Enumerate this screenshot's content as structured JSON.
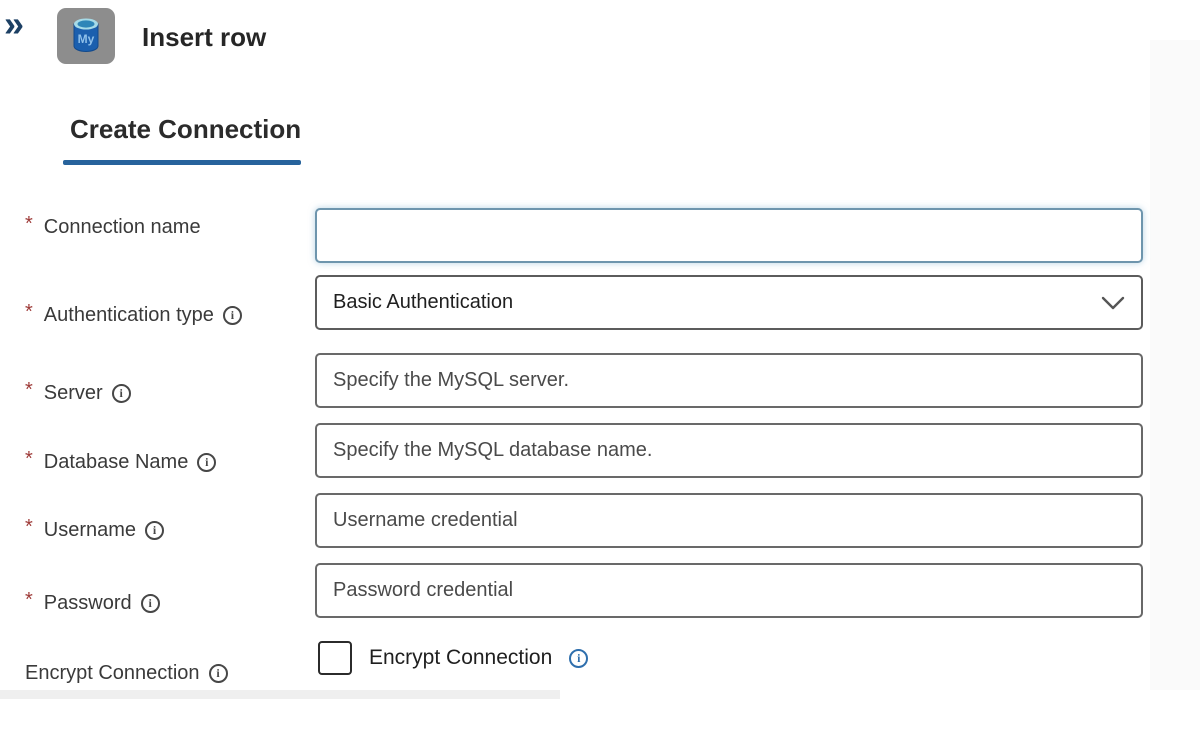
{
  "ui": {
    "required_marker": "*",
    "info_glyph": "i"
  },
  "header": {
    "collapse_glyph": "»",
    "title": "Insert row",
    "connector_icon_letters": "My"
  },
  "tab": {
    "label": "Create Connection"
  },
  "fields": [
    {
      "id": "connection-name",
      "label": "Connection name",
      "required": true,
      "info": false,
      "type": "text",
      "value": "",
      "placeholder": "",
      "focused": true
    },
    {
      "id": "authentication-type",
      "label": "Authentication type",
      "required": true,
      "info": true,
      "type": "dropdown",
      "value": "Basic Authentication"
    },
    {
      "id": "server",
      "label": "Server",
      "required": true,
      "info": true,
      "type": "text",
      "placeholder": "Specify the MySQL server."
    },
    {
      "id": "database-name",
      "label": "Database Name",
      "required": true,
      "info": true,
      "type": "text",
      "placeholder": "Specify the MySQL database name."
    },
    {
      "id": "username",
      "label": "Username",
      "required": true,
      "info": true,
      "type": "text",
      "placeholder": "Username credential"
    },
    {
      "id": "password",
      "label": "Password",
      "required": true,
      "info": true,
      "type": "text",
      "placeholder": "Password credential"
    },
    {
      "id": "encrypt-connection",
      "label": "Encrypt Connection",
      "required": false,
      "info": true,
      "type": "checkbox",
      "checked": false,
      "checkbox_label": "Encrypt Connection"
    }
  ],
  "colors": {
    "tab_underline": "#27639c",
    "focus_border": "#6e95ad",
    "mysql_body_blue": "#1b5fae",
    "mysql_top_cyan": "#a6dbe8",
    "icon_background": "#8d8d8d",
    "required_red": "#9e3a38"
  }
}
